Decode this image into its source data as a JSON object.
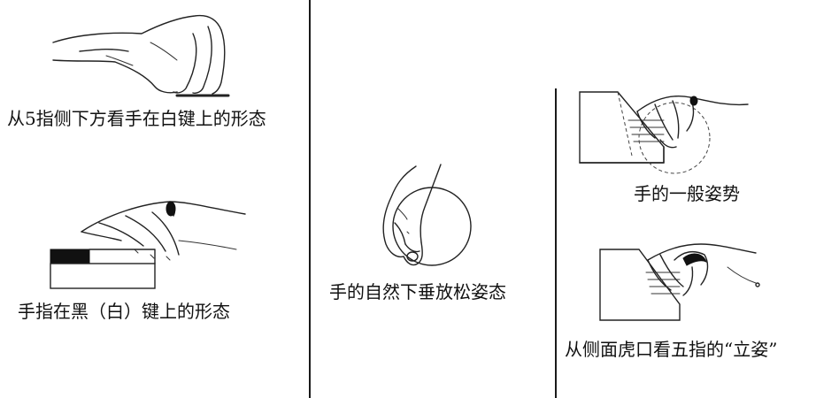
{
  "captions": {
    "fig1": "从5指侧下方看手在白键上的形态",
    "fig2": "手指在黑（白）键上的形态",
    "fig3": "手的自然下垂放松姿态",
    "fig4": "手的一般姿势",
    "fig5": "从侧面虎口看五指的“立姿”"
  }
}
